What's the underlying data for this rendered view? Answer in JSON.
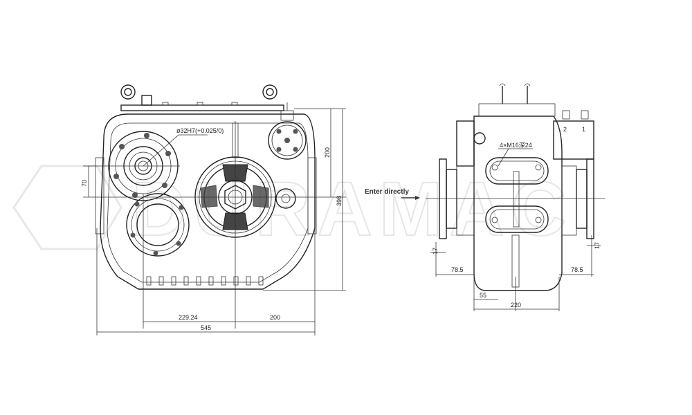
{
  "watermark": "DURAMAC",
  "front_view": {
    "bore_callout": "ø32H7(+0.025/0)",
    "dim_height_upper": "200",
    "dim_height_total": "398",
    "dim_offset": "70",
    "dim_width_left": "229.24",
    "dim_width_right": "200",
    "dim_width_total": "545"
  },
  "arrow_label": "Enter directly",
  "side_view": {
    "thread_callout": "4×M16深24",
    "port_2": "2",
    "port_1": "1",
    "dim_flange_left": "17",
    "dim_flange_right": "17",
    "dim_shaft_left": "78.5",
    "dim_shaft_right": "78.5",
    "dim_half": "55",
    "dim_width": "220"
  }
}
